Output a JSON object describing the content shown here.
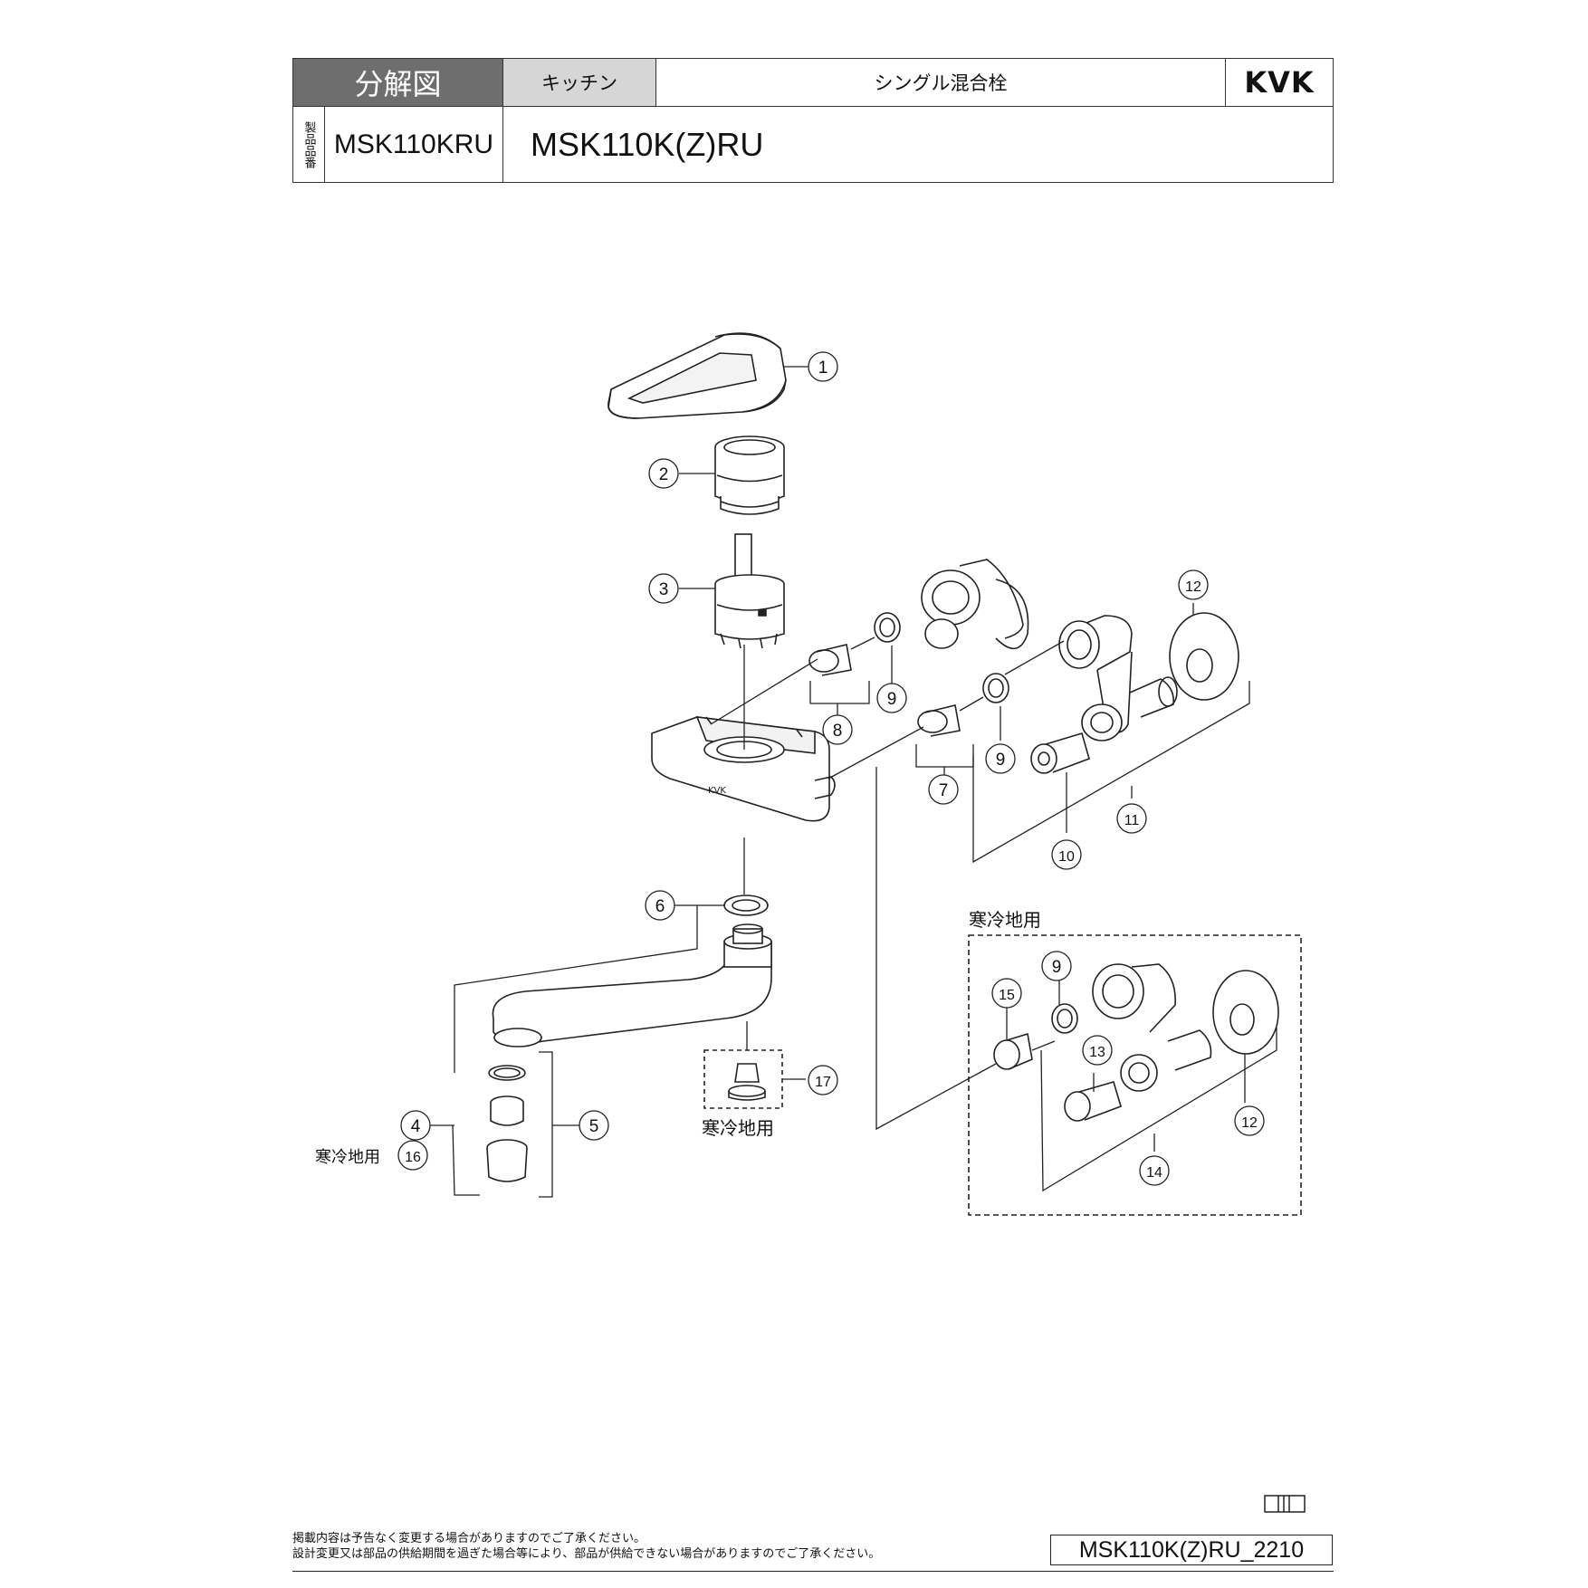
{
  "header": {
    "title": "分解図",
    "category": "キッチン",
    "product_name": "シングル混合栓",
    "brand": "KVK",
    "vertical_label": "製品品番",
    "product_code": "MSK110KRU",
    "model": "MSK110K(Z)RU"
  },
  "diagram": {
    "callouts": [
      "1",
      "2",
      "3",
      "4",
      "5",
      "6",
      "7",
      "8",
      "9",
      "9",
      "9",
      "10",
      "11",
      "12",
      "12",
      "13",
      "14",
      "15",
      "16",
      "17"
    ],
    "cold_area_label_box": "寒冷地用",
    "cold_area_label_valve": "寒冷地用",
    "cold_area_label_left": "寒冷地用",
    "body_logo": "KVK"
  },
  "footer": {
    "note_line1": "掲載内容は予告なく変更する場合がありますのでご了承ください。",
    "note_line2": "設計変更又は部品の供給期間を過ぎた場合等により、部品が供給できない場合がありますのでご了承ください。",
    "doc_code": "MSK110K(Z)RU_2210"
  }
}
